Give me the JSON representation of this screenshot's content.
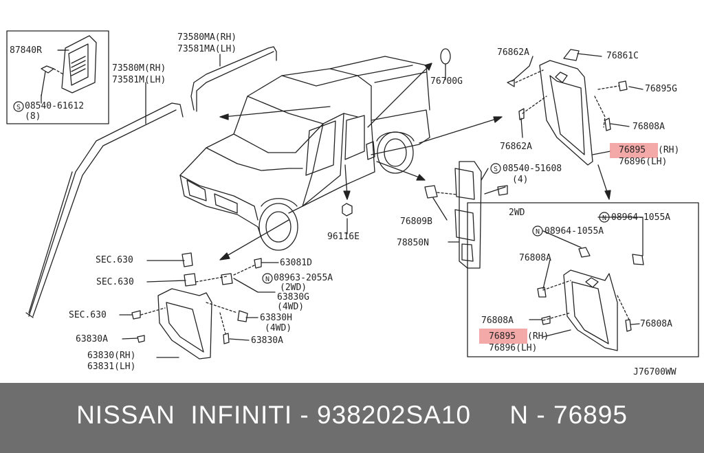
{
  "diagram_id": "J76700WW",
  "labels": {
    "p87840R": "87840R",
    "p08540_61612": "08540-61612",
    "p08540_61612_qty": "(8)",
    "p73580MA": "73580MA(RH)",
    "p73581MA": "73581MA(LH)",
    "p73580M": "73580M(RH)",
    "p73581M": "73581M(LH)",
    "p76700G": "76700G",
    "p76862A_top": "76862A",
    "p76861C": "76861C",
    "p76895G": "76895G",
    "p76808A_top": "76808A",
    "p76862A_mid": "76862A",
    "p76895_rh_top": "76895",
    "rh_suffix_top": "(RH)",
    "p76896_lh_top": "76896(LH)",
    "p08540_51608": "08540-51608",
    "p08540_51608_qty": "(4)",
    "p76809B": "76809B",
    "p78850N": "78850N",
    "p96116E": "96116E",
    "sec630_a": "SEC.630",
    "sec630_b": "SEC.630",
    "sec630_c": "SEC.630",
    "p63081D": "63081D",
    "p08963_2055A": "08963-2055A",
    "p08963_qty": "(2WD)",
    "p63830G": "63830G",
    "p63830G_note": "(4WD)",
    "p63830H": "63830H",
    "p63830H_note": "(4WD)",
    "p63830A_left": "63830A",
    "p63830A_right": "63830A",
    "p63830_rh": "63830(RH)",
    "p63831_lh": "63831(LH)",
    "box_2wd": "2WD",
    "p08964_a": "08964-1055A",
    "p08964_b": "08964-1055A",
    "p76808A_box_a": "76808A",
    "p76808A_box_b": "76808A",
    "p76808A_box_c": "76808A",
    "p76895_rh_box": "76895",
    "rh_suffix_box": "(RH)",
    "p76896_lh_box": "76896(LH)"
  },
  "symbols": {
    "s_circle": "S",
    "n_circle": "N"
  },
  "footer": {
    "text": "NISSAN  INFINITI - 938202SA10     N - 76895"
  },
  "colors": {
    "highlight": "#f29a9a",
    "footer_bg": "#6e6e6e",
    "footer_text": "#ffffff",
    "line": "#222222"
  }
}
